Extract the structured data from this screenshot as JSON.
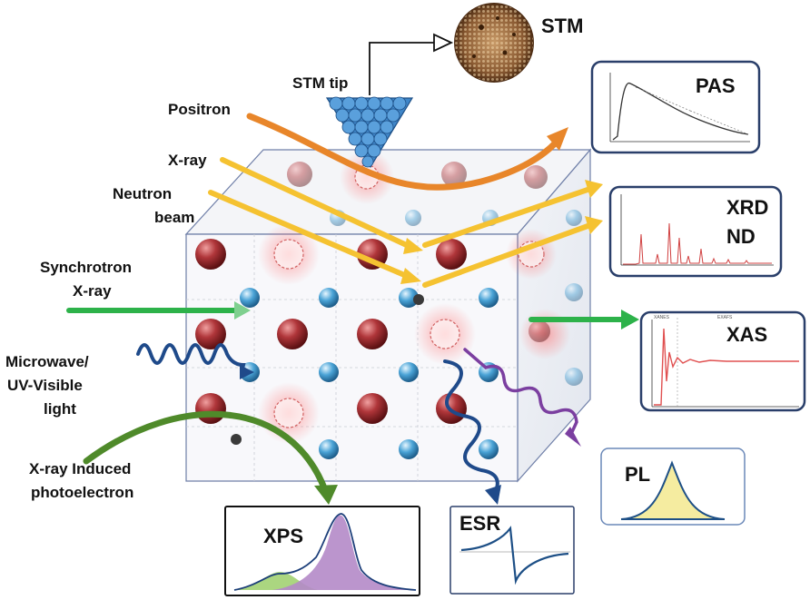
{
  "probes": {
    "positron": "Positron",
    "xray": "X-ray",
    "neutron_line1": "Neutron",
    "neutron_line2": "beam",
    "synchrotron_line1": "Synchrotron",
    "synchrotron_line2": "X-ray",
    "microwave_line1": "Microwave/",
    "microwave_line2": "UV-Visible",
    "microwave_line3": "light",
    "photoelectron_line1": "X-ray Induced",
    "photoelectron_line2": "photoelectron",
    "stm_tip": "STM tip"
  },
  "techniques": {
    "stm": "STM",
    "pas": "PAS",
    "xrd": "XRD",
    "nd": "ND",
    "xas": "XAS",
    "xps": "XPS",
    "esr": "ESR",
    "pl": "PL"
  },
  "xas_regions": {
    "xanes": "XANES",
    "exafs": "EXAFS"
  },
  "colors": {
    "positron": "#e8862a",
    "xray": "#f5c231",
    "synchrotron": "#2db24a",
    "microwave": "#1f4a8a",
    "photoelectron": "#4f8a2a",
    "violet_wave": "#7b3fa0",
    "stm_tip": "#3f86c8",
    "atom_red": "#b0363a",
    "atom_blue": "#4aa3d6",
    "panel_border": "#2a3f6a",
    "xps_fill_purple": "#b48ac8",
    "xps_fill_green": "#9ccf6a",
    "pl_fill": "#f5eca0"
  }
}
